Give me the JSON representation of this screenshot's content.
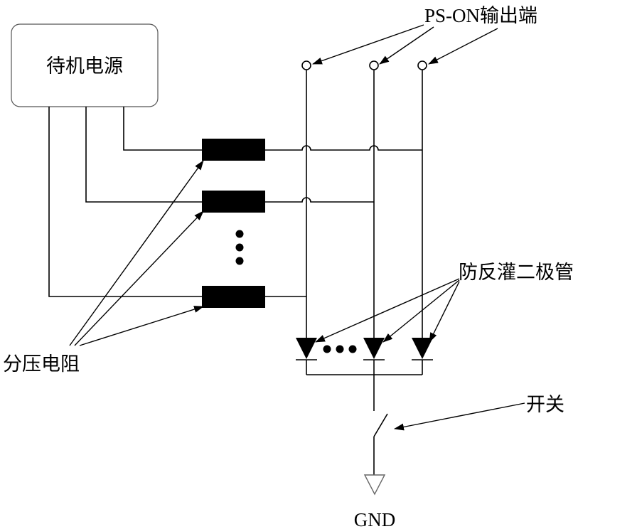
{
  "labels": {
    "standby_power": "待机电源",
    "ps_on_outputs": "PS-ON输出端",
    "anti_backflow_diodes": "防反灌二极管",
    "divider_resistors": "分压电阻",
    "switch": "开关",
    "ground": "GND"
  }
}
